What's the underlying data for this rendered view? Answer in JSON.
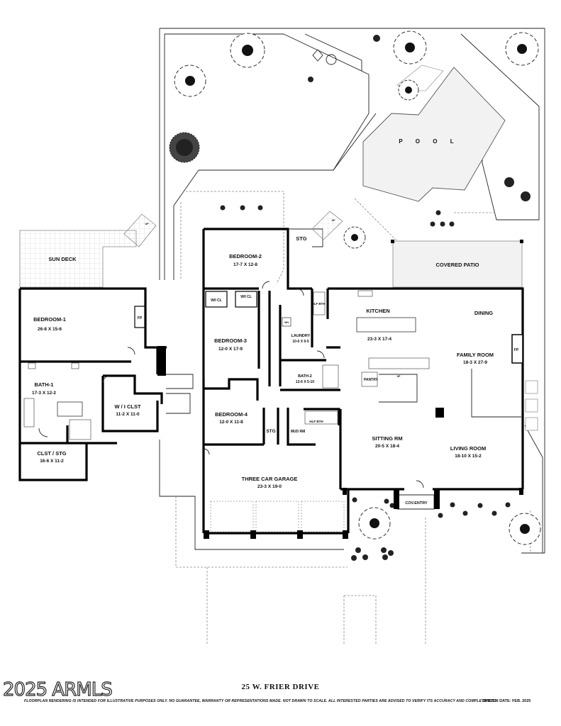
{
  "pool": "P O O L",
  "stg_top": "STG",
  "covered_patio": "COVERED PATIO",
  "sun_deck": "SUN DECK",
  "rooms": {
    "bedroom1": {
      "name": "BEDROOM-1",
      "dim": "26-8 X 15-6"
    },
    "bath1": {
      "name": "BATH-1",
      "dim": "17-3 X 12-2"
    },
    "wi_clst": {
      "name": "W / I  CLST",
      "dim": "11-2 X 11-0"
    },
    "clst_stg": {
      "name": "CLST / STG",
      "dim": "16-6 X 11-2"
    },
    "bedroom2": {
      "name": "BEDROOM-2",
      "dim": "17-7  X  12-8"
    },
    "bedroom3": {
      "name": "BEDROOM-3",
      "dim": "12-0  X  17-9"
    },
    "bedroom4": {
      "name": "BEDROOM-4",
      "dim": "12-0  X  11-8"
    },
    "kitchen": {
      "name": "KITCHEN",
      "dim": "23-3 X 17-4"
    },
    "dining": {
      "name": "DINING"
    },
    "family_room": {
      "name": "FAMILY ROOM",
      "dim": "18-3  X  27-9"
    },
    "laundry": {
      "name": "LAUNDRY",
      "dim": "10-0 X 9-5"
    },
    "bath2": {
      "name": "BATH-2",
      "dim": "12-6 X 5-10"
    },
    "sitting_rm": {
      "name": "SITTING RM",
      "dim": "20-5 X 18-4"
    },
    "living_room": {
      "name": "LIVING ROOM",
      "dim": "18-10  X 15-2"
    },
    "garage": {
      "name": "THREE CAR GARAGE",
      "dim": "23-3  X  19-0"
    }
  },
  "small": {
    "fp": "FP",
    "wicl": "W/I CL",
    "hlf_bth": "HLF BTH",
    "wh": "WH",
    "pantry": "PANTRY",
    "stg": "STG",
    "mud_rm": "MUD RM",
    "cov_entry": "COV.ENTRY",
    "up": "UP"
  },
  "footer": {
    "address": "25 W. FRIER DRIVE",
    "watermark": "2025 ARMLS",
    "disclaimer": "FLOORPLAN RENDERING IS INTENDED FOR ILLUSTRATIVE PURPOSES ONLY.  NO GUARANTEE, WARRANTY OR REPRESENTATIONS MADE.  NOT DRAWN TO SCALE.  ALL INTERESTED PARTIES ARE ADVISED TO VERIFY ITS ACCURACY AND COMPLETENESS.",
    "sketch_date": "SKETCH DATE:  FEB. 2025"
  }
}
